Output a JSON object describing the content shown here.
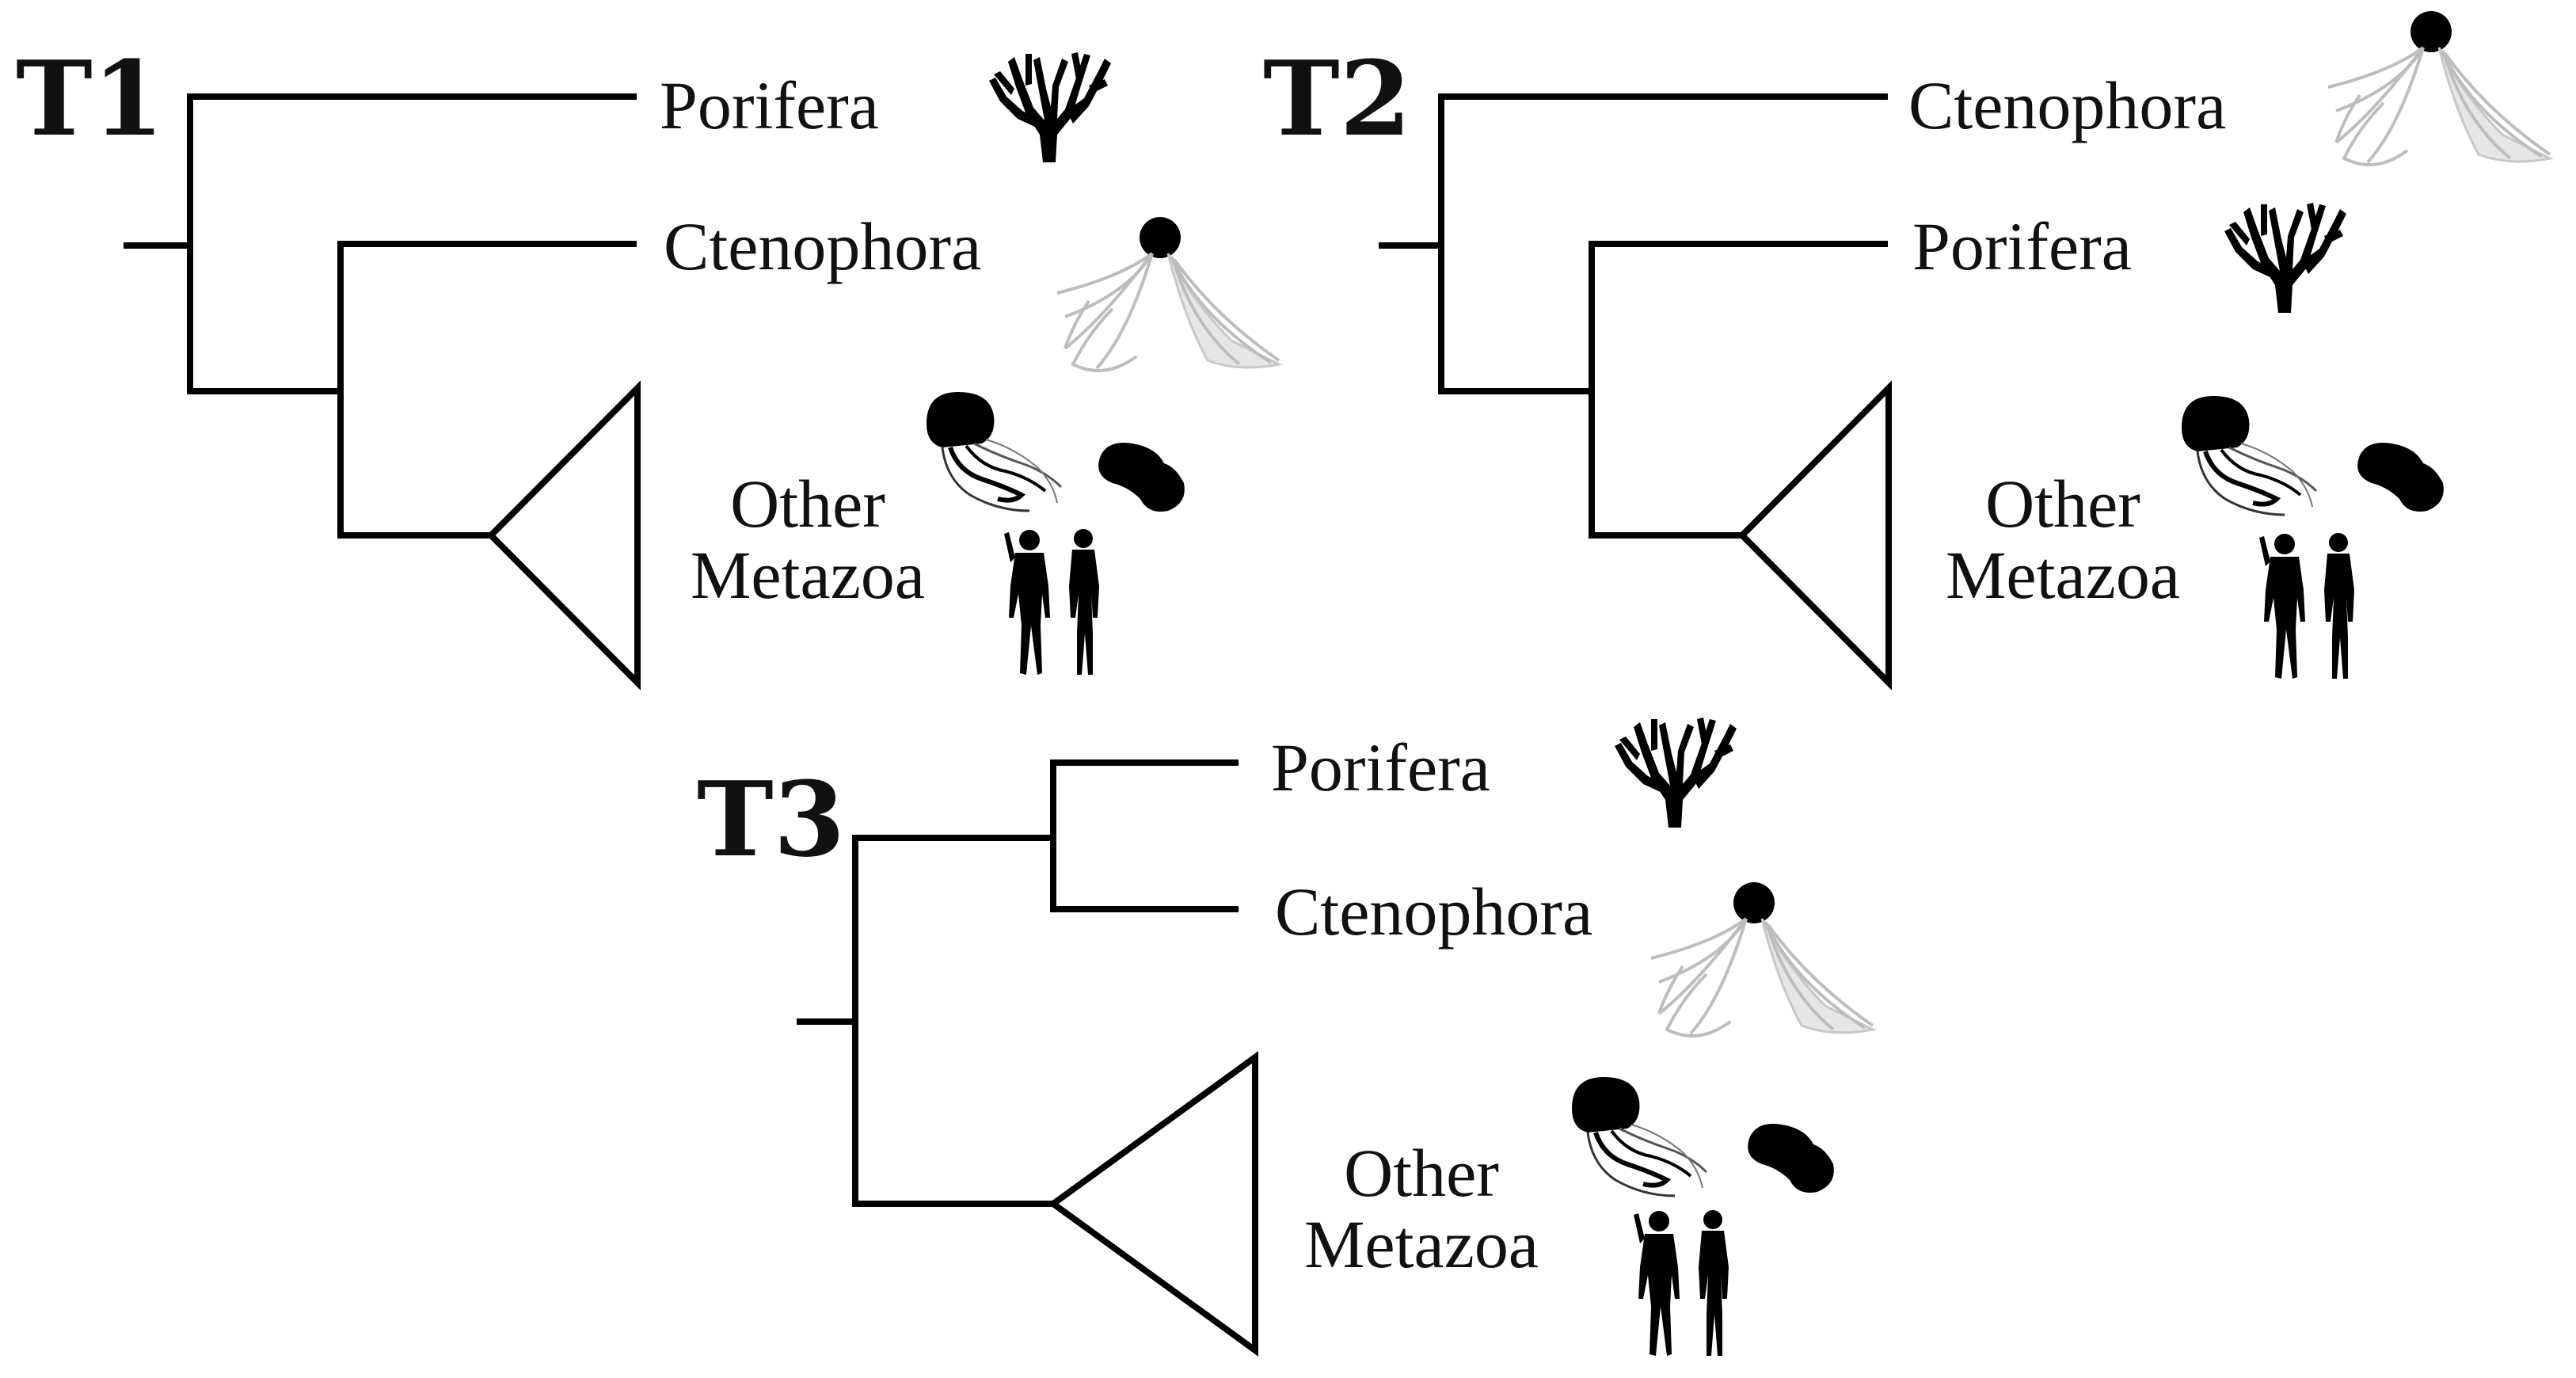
{
  "trees": [
    {
      "title": "T1",
      "labels": {
        "top": "Porifera",
        "middle": "Ctenophora",
        "clade_line1": "Other",
        "clade_line2": "Metazoa"
      },
      "icons": {
        "top": "sponge-icon",
        "middle": "comb-jelly-icon",
        "clade": [
          "jellyfish-icon",
          "placozoan-icon",
          "human-pair-icon"
        ]
      }
    },
    {
      "title": "T2",
      "labels": {
        "top": "Ctenophora",
        "middle": "Porifera",
        "clade_line1": "Other",
        "clade_line2": "Metazoa"
      },
      "icons": {
        "top": "comb-jelly-icon",
        "middle": "sponge-icon",
        "clade": [
          "jellyfish-icon",
          "placozoan-icon",
          "human-pair-icon"
        ]
      }
    },
    {
      "title": "T3",
      "labels": {
        "top": "Porifera",
        "middle": "Ctenophora",
        "clade_line1": "Other",
        "clade_line2": "Metazoa"
      },
      "icons": {
        "top": "sponge-icon",
        "middle": "comb-jelly-icon",
        "clade": [
          "jellyfish-icon",
          "placozoan-icon",
          "human-pair-icon"
        ]
      }
    }
  ]
}
